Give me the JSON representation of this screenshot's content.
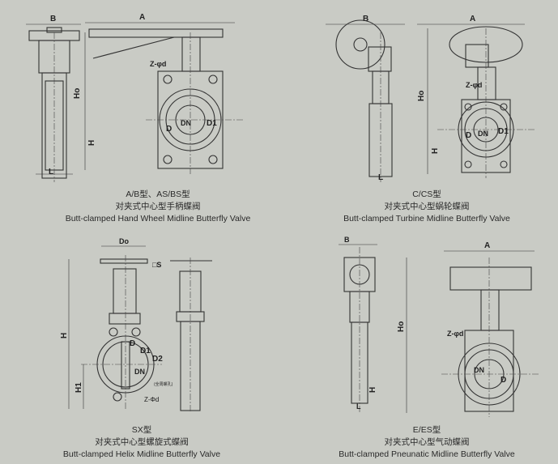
{
  "figures": [
    {
      "type": "A/B型、AS/BS型",
      "name_cn": "对夹式中心型手柄蝶阀",
      "name_en": "Butt-clamped Hand Wheel Midline Butterfly Valve",
      "labels": {
        "b": "B",
        "a": "A",
        "zd": "Z-φd",
        "ho": "Ho",
        "h": "H",
        "l": "L",
        "d": "D",
        "dn": "DN",
        "d1": "D1"
      }
    },
    {
      "type": "C/CS型",
      "name_cn": "对夹式中心型蜗轮蝶阀",
      "name_en": "Butt-clamped Turbine Midline Butterfly Valve",
      "labels": {
        "b": "B",
        "a": "A",
        "zd": "Z-φd",
        "ho": "Ho",
        "h": "H",
        "l": "L",
        "d": "D",
        "dn": "DN",
        "d1": "D1"
      }
    },
    {
      "type": "SX型",
      "name_cn": "对夹式中心型螺旋式蝶阀",
      "name_en": "Butt-clamped Helix Midline Butterfly Valve",
      "labels": {
        "do": "Do",
        "s": "□S",
        "h": "H",
        "h1": "H1",
        "d": "D",
        "d1": "D1",
        "d2": "D2",
        "dn": "DN",
        "zd": "Z-Φd",
        "note": "(全周螺孔)"
      }
    },
    {
      "type": "E/ES型",
      "name_cn": "对夹式中心型气动蝶阀",
      "name_en": "Butt-clamped Pneunatic Midline Butterfly Valve",
      "labels": {
        "b": "B",
        "a": "A",
        "zd": "Z-φd",
        "ho": "Ho",
        "h": "H",
        "l": "L",
        "d": "D",
        "dn": "DN"
      }
    }
  ]
}
